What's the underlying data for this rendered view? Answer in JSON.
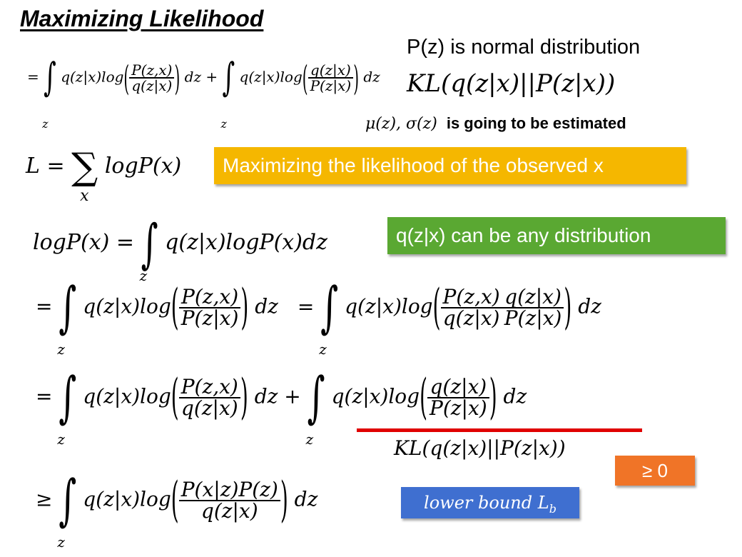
{
  "title": "Maximizing Likelihood",
  "notes": {
    "pz_normal": "P(z) is normal distribution",
    "kl_top": "KL(q(z|x)||P(z|x))",
    "mu_sigma": "μ(z), σ(z)",
    "estimated": "is going to be estimated"
  },
  "boxes": {
    "maximizing": "Maximizing the likelihood of the observed x",
    "any_distribution": "q(z|x) can be any distribution",
    "geq_zero": "≥ 0",
    "lower_bound": "lower bound L",
    "lower_bound_sub": "b"
  },
  "colors": {
    "yellow_box": "#f5b700",
    "green_box": "#5aa832",
    "orange_box": "#f07427",
    "blue_box": "#3f6fd0",
    "red_underline": "#e00000"
  },
  "math": {
    "eq": "=",
    "plus": "+",
    "geq": "≥",
    "dz": "dz",
    "z": "z",
    "x": "x",
    "qzx_log": "q(z|x)log",
    "pzx_joint": "P(z,x)",
    "qzx": "q(z|x)",
    "pz_given_x": "P(z|x)",
    "px_given_z_pz": "P(x|z)P(z)",
    "L_eq": "L =",
    "logPx": "logP(x)",
    "logPx_eq": "logP(x) =",
    "qzx_logPx_dz": "q(z|x)logP(x)dz",
    "kl_under": "KL(q(z|x)||P(z|x))"
  }
}
